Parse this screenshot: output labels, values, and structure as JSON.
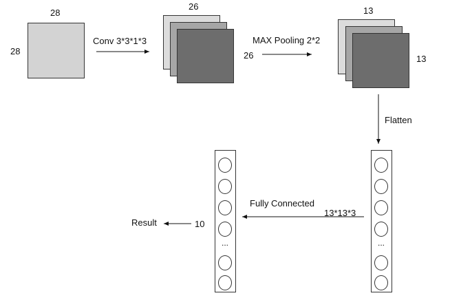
{
  "input": {
    "top_label": "28",
    "side_label": "28"
  },
  "conv": {
    "arrow_label": "Conv 3*3*1*3"
  },
  "feature_maps": {
    "top_label": "26",
    "side_label": "26"
  },
  "pool": {
    "arrow_label": "MAX Pooling 2*2"
  },
  "pooled_maps": {
    "top_label": "13",
    "side_label": "13"
  },
  "flatten": {
    "arrow_label": "Flatten"
  },
  "flat_vector": {
    "size_label": "13*13*3",
    "ellipsis": "..."
  },
  "fc": {
    "arrow_label": "Fully Connected"
  },
  "output_vector": {
    "size_label": "10",
    "ellipsis": "..."
  },
  "result": {
    "label": "Result"
  },
  "colors": {
    "input_fill": "#d3d3d3",
    "light": "#dcdcdc",
    "mid": "#a6a6a6",
    "dark": "#6d6d6d"
  }
}
